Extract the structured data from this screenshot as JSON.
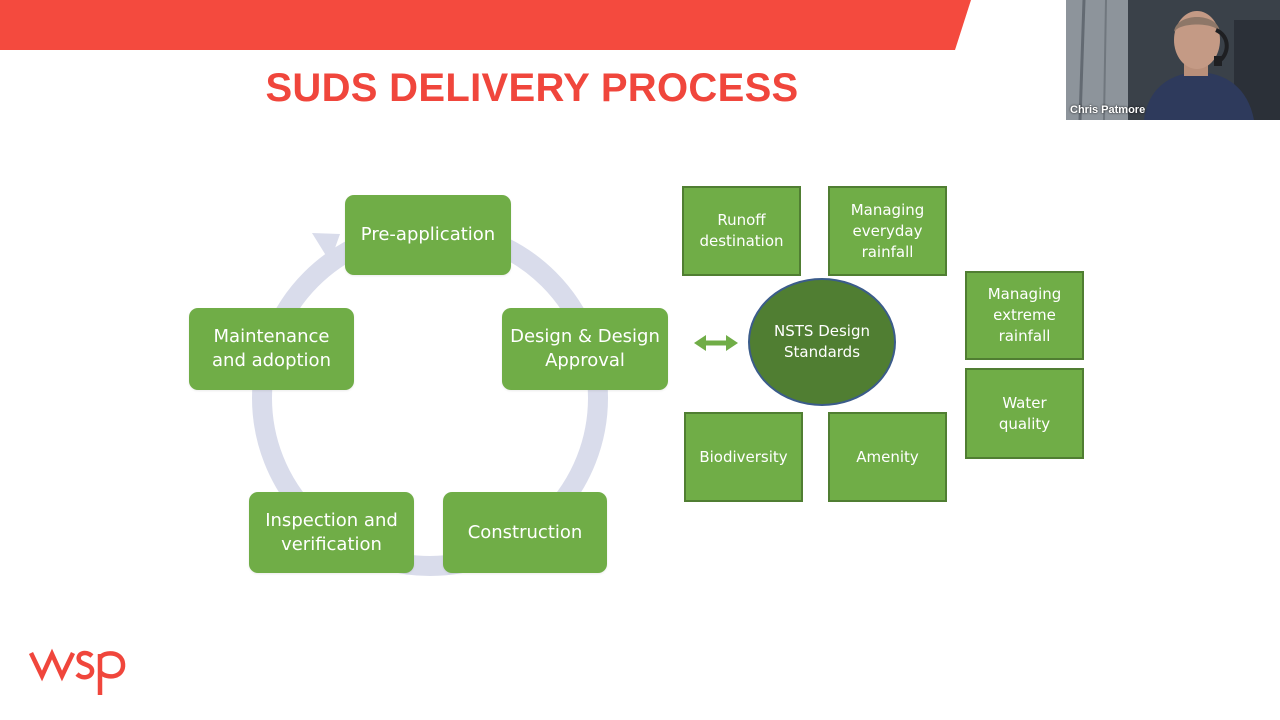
{
  "slide": {
    "title": "SUDS DELIVERY PROCESS",
    "colors": {
      "accent_red": "#f0463c",
      "box_green": "#70ad47",
      "box_border_green": "#507e32",
      "ellipse_green": "#507e32",
      "cycle_arrow": "#d9dceb"
    }
  },
  "cycle": {
    "pre_application": "Pre-application",
    "design_line1": "Design & Design",
    "design_line2": "Approval",
    "construction": "Construction",
    "inspection_line1": "Inspection and",
    "inspection_line2": "verification",
    "maintenance_line1": "Maintenance",
    "maintenance_line2": "and adoption"
  },
  "standards": {
    "center_line1": "NSTS",
    "center_line2": "Design",
    "center_line3": "Standards",
    "runoff_line1": "Runoff",
    "runoff_line2": "destination",
    "everyday_line1": "Managing",
    "everyday_line2": "everyday",
    "everyday_line3": "rainfall",
    "extreme_line1": "Managing",
    "extreme_line2": "extreme",
    "extreme_line3": "rainfall",
    "water_line1": "Water",
    "water_line2": "quality",
    "biodiversity": "Biodiversity",
    "amenity": "Amenity"
  },
  "connector_icon": "double-arrow-icon",
  "webcam": {
    "participant_name": "Chris Patmore"
  },
  "logo": {
    "text": "wsp"
  }
}
